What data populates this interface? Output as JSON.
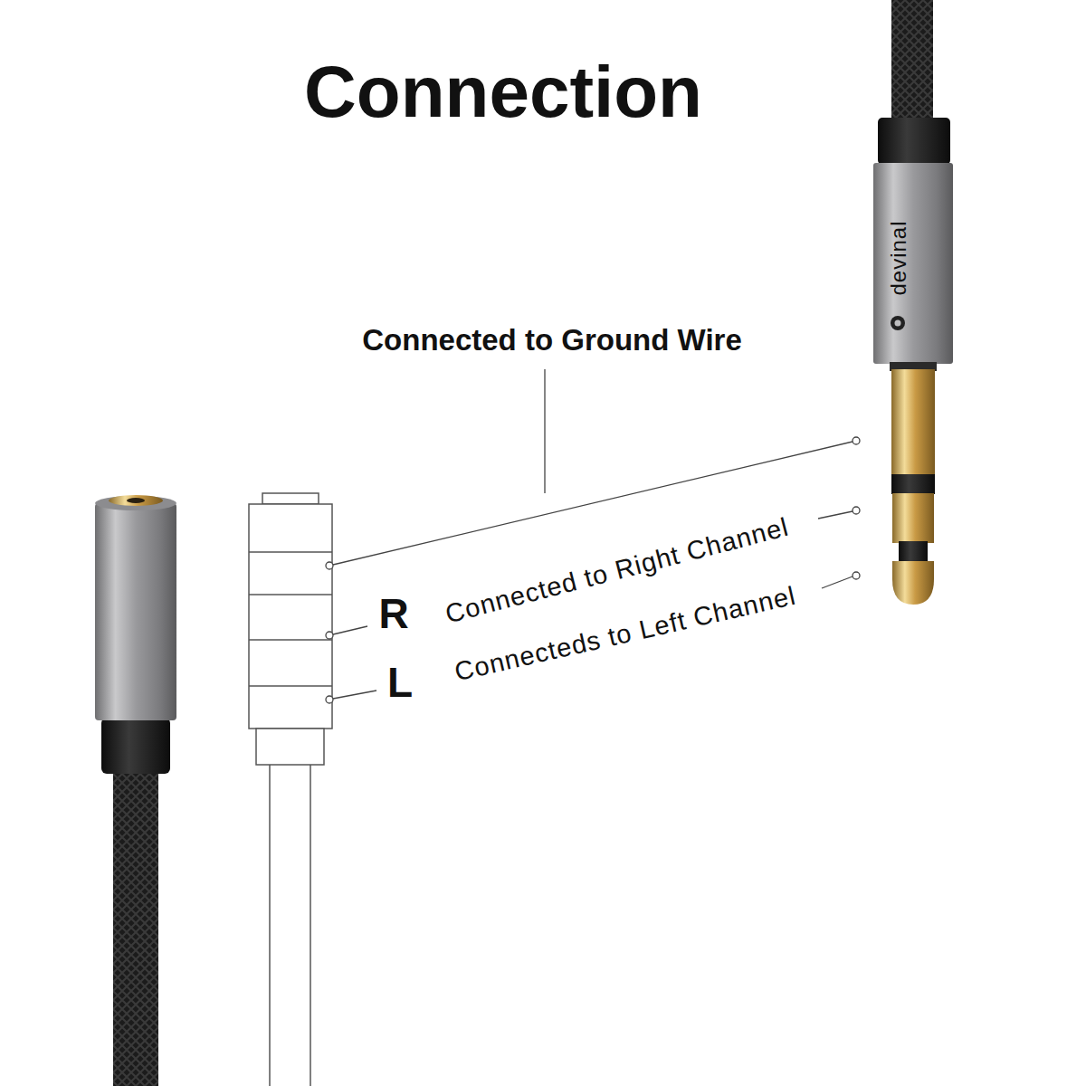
{
  "diagram": {
    "title": "Connection",
    "labels": [
      "devinal",
      "Connected to Ground Wire",
      "R",
      "Connected to Right Channel",
      "L",
      "Connecteds to Left Channel"
    ]
  }
}
